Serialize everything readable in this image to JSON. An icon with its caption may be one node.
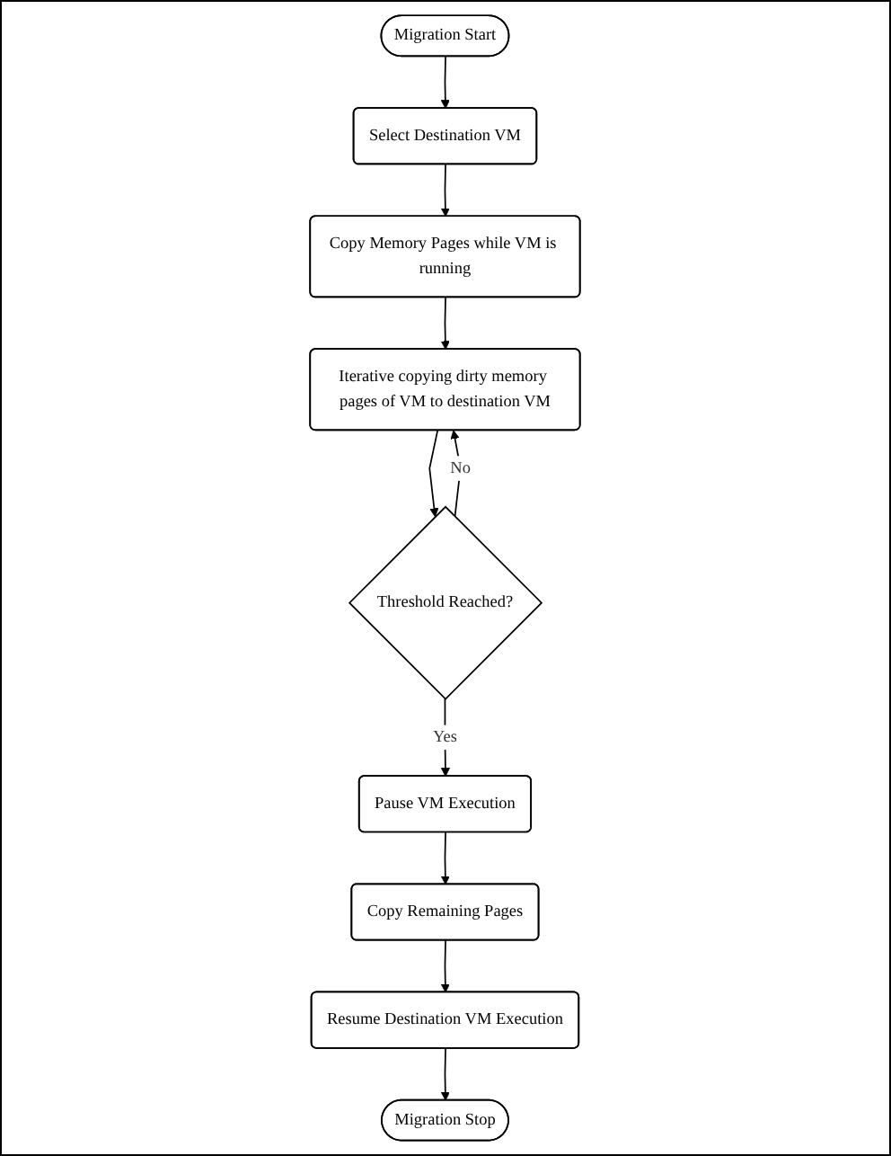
{
  "diagram": {
    "nodes": [
      {
        "text": [
          "Migration Start"
        ]
      },
      {
        "text": [
          "Select Destination VM"
        ]
      },
      {
        "text": [
          "Copy Memory Pages while VM is running"
        ]
      },
      {
        "text": [
          "Iterative copying dirty memory pages of VM to destination VM"
        ]
      },
      {
        "text": [
          "Threshold Reached?"
        ]
      },
      {
        "text": [
          "Pause VM Execution"
        ]
      },
      {
        "text": [
          "Copy Remaining Pages"
        ]
      },
      {
        "text": [
          "Resume Destination VM Execution"
        ]
      },
      {
        "text": [
          "Migration Stop"
        ]
      }
    ],
    "edges": [
      {
        "from": 0,
        "to": 1,
        "arrow": "to"
      },
      {
        "from": 1,
        "to": 2,
        "arrow": "to"
      },
      {
        "from": 2,
        "to": 3,
        "arrow": "to"
      },
      {
        "from": 3,
        "to": 4,
        "arrow": "to"
      },
      {
        "from": 4,
        "to": 3,
        "arrow": "to",
        "label": "No"
      },
      {
        "from": 4,
        "to": 5,
        "arrow": "to",
        "label": "Yes"
      },
      {
        "from": 5,
        "to": 6,
        "arrow": "to"
      },
      {
        "from": 6,
        "to": 7,
        "arrow": "to"
      },
      {
        "from": 7,
        "to": 8,
        "arrow": "to"
      }
    ]
  }
}
